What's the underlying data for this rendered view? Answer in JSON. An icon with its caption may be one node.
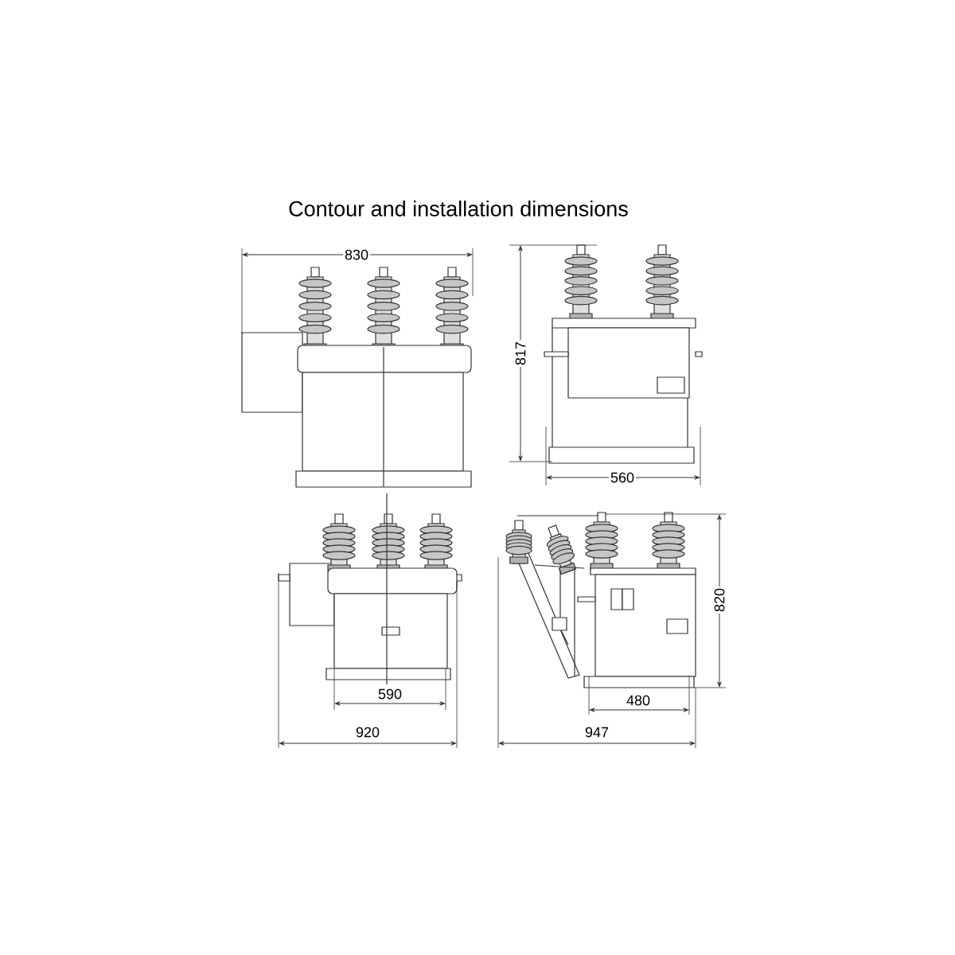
{
  "diagram": {
    "title": "Contour and installation dimensions",
    "labels": [
      "830",
      "817",
      "560",
      "820",
      "590",
      "480",
      "920",
      "947"
    ]
  }
}
